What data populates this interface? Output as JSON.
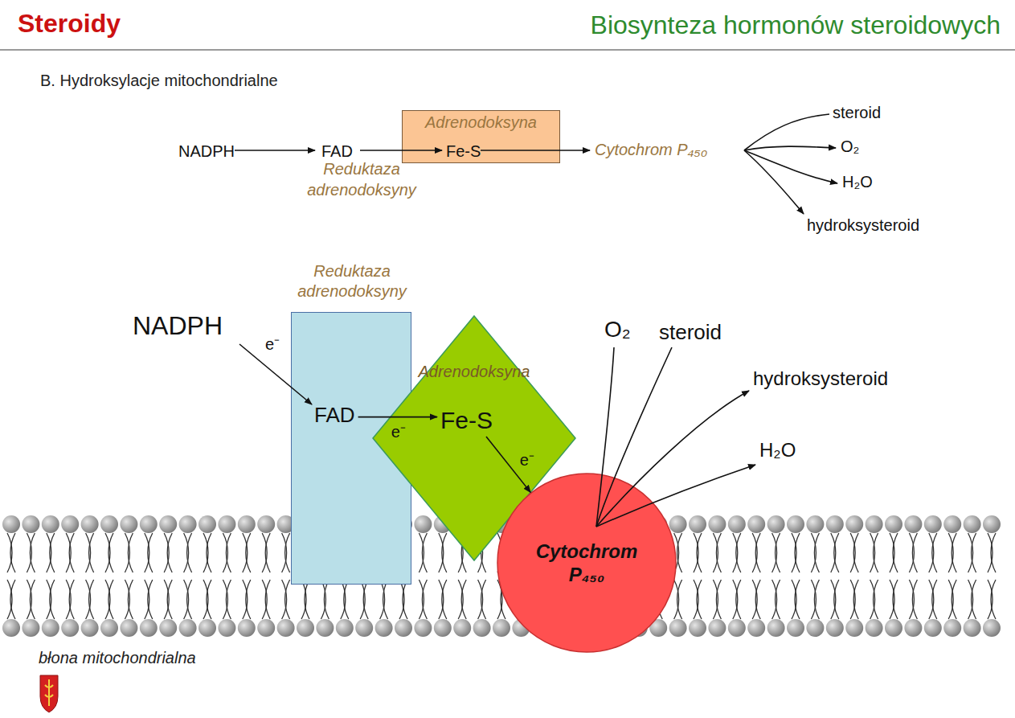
{
  "diagram": {
    "title": "Biosynteza hormonów steroidowych",
    "nodes": [
      {
        "text": [
          "Adrenodoksyna",
          "Fe-S"
        ]
      },
      {
        "text": [
          "Reduktaza adrenodoksyny",
          "FAD"
        ]
      },
      {
        "text": [
          "Adrenodoksyna",
          "Fe-S"
        ]
      },
      {
        "text": [
          "Cytochrom P₄₅₀"
        ]
      }
    ],
    "edges": [
      {
        "from": 1,
        "to": 2,
        "arrow": "to",
        "label": "e⁻"
      },
      {
        "from": 2,
        "to": 3,
        "arrow": "to",
        "label": "e⁻"
      }
    ],
    "labels": [
      "Steroidy",
      "B. Hydroksylacje mitochondrialne",
      "NADPH",
      "FAD",
      "Reduktaza adrenodoksyny",
      "Cytochrom P₄₅₀",
      "steroid",
      "O₂",
      "H₂O",
      "hydroksysteroid",
      "NADPH",
      "e⁻",
      "O₂",
      "steroid",
      "hydroksysteroid",
      "H₂O",
      "błona mitochondrialna"
    ]
  }
}
